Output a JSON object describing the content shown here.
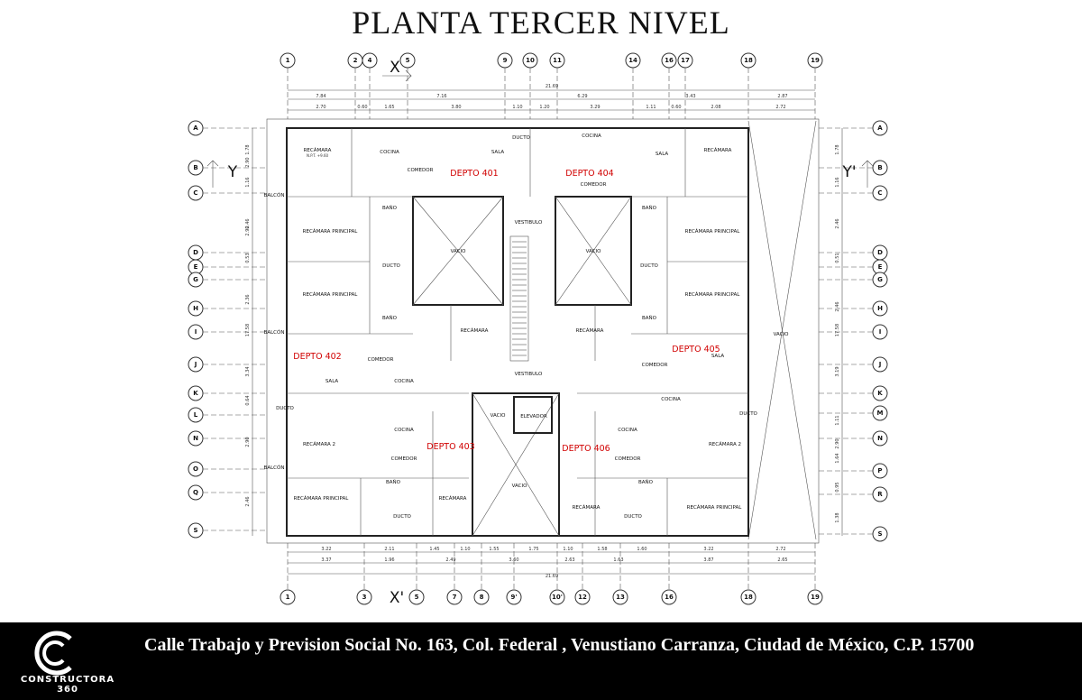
{
  "title": "PLANTA TERCER NIVEL",
  "footer": {
    "address": "Calle Trabajo  y Prevision Social No. 163, Col. Federal , Venustiano Carranza, Ciudad de México, C.P. 15700",
    "brand": "CONSTRUCTORA 360"
  },
  "axes": {
    "top": [
      "1",
      "2",
      "4",
      "5",
      "9",
      "10",
      "11",
      "14",
      "16",
      "17",
      "18",
      "19"
    ],
    "bottom": [
      "1",
      "3",
      "5",
      "7",
      "8",
      "9'",
      "10'",
      "12",
      "13",
      "16",
      "18",
      "19"
    ],
    "left": [
      "A",
      "B",
      "C",
      "D",
      "E",
      "G",
      "H",
      "I",
      "J",
      "K",
      "L",
      "N",
      "O",
      "Q",
      "S"
    ],
    "right": [
      "A",
      "B",
      "C",
      "D",
      "E",
      "G",
      "H",
      "I",
      "J",
      "K",
      "M",
      "N",
      "P",
      "R",
      "S"
    ]
  },
  "section_marks": {
    "x_top": "X",
    "x_bottom": "X'",
    "y_left": "Y",
    "y_right": "Y'"
  },
  "units": [
    "DEPTO 401",
    "DEPTO 404",
    "DEPTO 402",
    "DEPTO 405",
    "DEPTO 403",
    "DEPTO 406"
  ],
  "rooms": {
    "recamara": "RECÁMARA",
    "recamara_principal": "RECÁMARA PRINCIPAL",
    "recamara_2": "RECÁMARA 2",
    "cocina": "COCINA",
    "sala": "SALA",
    "comedor": "COMEDOR",
    "bano": "BAÑO",
    "ducto": "DUCTO",
    "balcon": "BALCÓN",
    "vacio": "VACIO",
    "vestibulo": "VESTIBULO",
    "elevador": "ELEVADOR",
    "npt": "N.P.T. +9.60"
  },
  "dims": {
    "top_total": "21.69",
    "bottom_total": "21.69",
    "top_row1": [
      "7.84",
      "7.16",
      "6.29",
      "3.43",
      "2.87"
    ],
    "top_row2": [
      "2.70",
      "0.60",
      "1.65",
      "3.80",
      "1.10",
      "1.20",
      "3.29",
      "1.11",
      "0.60",
      "2.08",
      "2.72"
    ],
    "bottom_row1": [
      "3.22",
      "2.11",
      "1.45",
      "1.10",
      "1.55",
      "1.75",
      "1.10",
      "1.58",
      "1.60",
      "3.22",
      "2.72"
    ],
    "bottom_row2": [
      "3.37",
      "1.96",
      "2.49",
      "3.60",
      "2.63",
      "1.63",
      "3.87",
      "2.65"
    ],
    "left": [
      "1.78",
      "2.90",
      "1.16",
      "2.46",
      "2.90",
      "0.53",
      "2.36",
      "17.58",
      "3.34",
      "0.64",
      "2.90",
      "2.46"
    ],
    "right": [
      "1.78",
      "1.16",
      "2.46",
      "0.51",
      "2.46",
      "17.58",
      "3.19",
      "1.11",
      "2.90",
      "1.64",
      "0.95",
      "1.38"
    ]
  }
}
